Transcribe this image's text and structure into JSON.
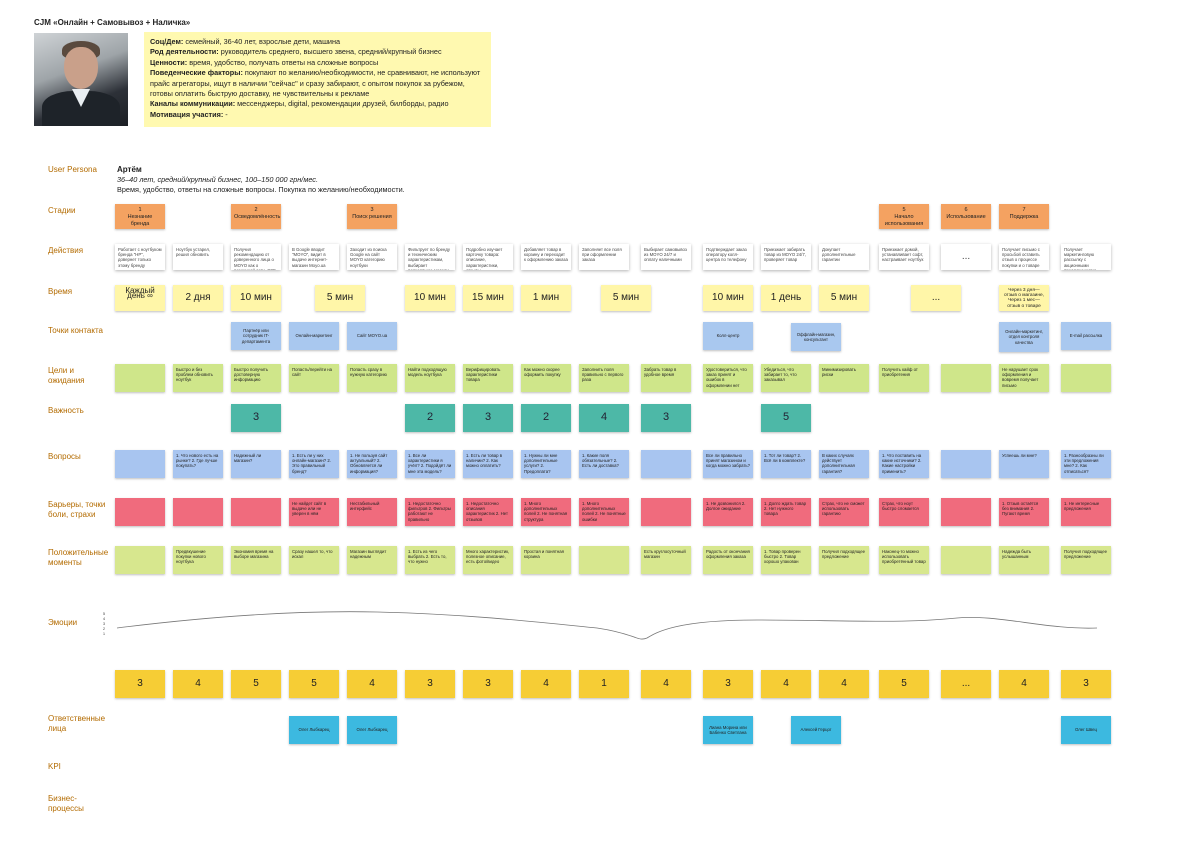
{
  "title": "CJM «Онлайн + Самовывоз + Наличка»",
  "profile": {
    "lines": [
      {
        "label": "Соц/Дем:",
        "text": " семейный, 36-40 лет, взрослые дети, машина"
      },
      {
        "label": "Род деятельности:",
        "text": " руководитель среднего, высшего звена, средний/крупный бизнес"
      },
      {
        "label": "Ценности:",
        "text": " время, удобство, получать ответы на сложные вопросы"
      },
      {
        "label": "Поведенческие факторы:",
        "text": " покупают по желанию/необходимости, не сравнивают, не используют прайс агрегаторы, ищут в наличии \"сейчас\" и сразу забирают, с опытом покупок за рубежом, готовы оплатить быструю доставку, не чувствительны к рекламе"
      },
      {
        "label": "Каналы коммуникации:",
        "text": " мессенджеры, digital, рекомендации друзей, билборды, радио"
      },
      {
        "label": "Мотивация участия:",
        "text": " -"
      }
    ]
  },
  "labels": {
    "persona": "User Persona",
    "stages": "Стадии",
    "actions": "Действия",
    "time": "Время",
    "contacts": "Точки контакта",
    "goals": "Цели и ожидания",
    "importance": "Важность",
    "questions": "Вопросы",
    "barriers": "Барьеры, точки боли, страхи",
    "positive": "Положительные моменты",
    "emotions": "Эмоции",
    "owners": "Ответственные лица",
    "kpi": "KPI",
    "business": "Бизнес-процессы"
  },
  "persona": {
    "name": "Артём",
    "details": "36–40 лет, средний/крупный бизнес, 100–150 000 грн/мес.",
    "summary": "Время, удобство, ответы на сложные вопросы. Покупка по желанию/необходимости."
  },
  "stages": [
    "1\nНезнание бренда",
    "2\nОсведомлённость",
    "3\nПоиск решения",
    "5\nНачало использования",
    "6\nИспользование",
    "7\nПоддержка"
  ],
  "actions": [
    "Работает с ноутбуком бренда \"HP\", довернет только этому бренду",
    "Ноутбук устарел, решил обновить",
    "Получил рекомендацию от доверенного лица о MOYO как о розничной сети. ЭЗС",
    "В Google вводит \"MOYO\", видит в выдаче интернет-магазин Moyo.ua",
    "Заходит из поиска Google на сайт MOYO категорию ноутбуки",
    "Фильтрует по бренду и техническим характеристикам, выбирает подходящие модели",
    "Подробно изучает карточку товара: описание, характеристики, отзывы",
    "Добавляет товар в корзину и переходит к оформлению заказа",
    "Заполняет все поля при оформлении заказа",
    "Выбирает самовывоз из MOYO 24/7 и оплату наличными",
    "Подтверждает заказ оператору колл-центра по телефону",
    "Приезжает забирать товар из MOYO 24/7, проверяет товар",
    "Докупает дополнительные гарантии",
    "Приезжает домой, устанавливает софт, настраивает ноутбук",
    "...",
    "Получает письмо с просьбой оставить отзыв о процессе покупки и о товаре",
    "Получает маркетинговую рассылку с акционными предложениями"
  ],
  "times": [
    "Каждый день ∞",
    "2 дня",
    "10 мин",
    "5 мин",
    "10 мин",
    "15 мин",
    "1 мин",
    "5 мин",
    "10 мин",
    "1 день",
    "5 мин",
    "...",
    "Через 3 дня—отзыв о магазине, Через 1 мес—отзыв о товаре"
  ],
  "contacts": [
    "Партнёр или сотрудник IT-департамента",
    "Онлайн-маркетинг",
    "Сайт MOYO.ua",
    "Колл-центр",
    "Оффлайн-магазин, консультант",
    "Онлайн-маркетинг, отдел контроля качества",
    "E-mail рассылка"
  ],
  "goals": [
    "",
    "Быстро и без проблем обновить ноутбук",
    "Быстро получить достоверную информацию",
    "Попасть/перейти на сайт",
    "Попасть сразу в нужную категорию",
    "Найти подходящую модель ноутбука",
    "Верифицировать характеристики товара",
    "Как можно скорее оформить покупку",
    "Заполнить поля правильно с первого раза",
    "Забрать товар в удобное время",
    "Удостовериться, что заказ принят и ошибок в оформлении нет",
    "Убедиться, что забирает то, что заказывал",
    "Минимизировать риски",
    "Получить кайф от приобретения",
    "",
    "Не нарушает срок оформления и вовремя получает письмо",
    ""
  ],
  "importance": [
    "3",
    "2",
    "3",
    "2",
    "4",
    "3",
    "5"
  ],
  "questions": [
    "",
    "1. Что нового есть на рынке? 2. Где лучше покупать?",
    "Надежный ли магазин?",
    "1. Есть ли у них онлайн-магазин? 2. Это правильный бренд?",
    "1. Не пользуя сайт актуальный? 2. Обновляется ли информация?",
    "1. Все ли характеристики я учёл? 2. Подойдёт ли мне эта модель?",
    "1. Есть ли товар в наличии? 2. Как можно оплатить?",
    "1. Нужны ли мне дополнительные услуги? 2. Предоплата?",
    "1. Какие поля обязательные? 2. Есть ли доставка?",
    "",
    "Все ли правильно принят магазином и когда можно забрать?",
    "1. Тот ли товар? 2. Всё ли в комплекте?",
    "В каких случаях действует дополнительная гарантия?",
    "1. Что поставить на какие источники? 2. Какие настройки применить?",
    "",
    "Успеешь ли мне?",
    "1. Разнообразны ли эти предложения мне? 2. Как отписаться?"
  ],
  "barriers": [
    "",
    "",
    "",
    "Не найдет сайт в выдаче или не уверен в нём",
    "Нестабильный интерфейс",
    "1. Недостаточно фильтров 2. Фильтры работают не правильно",
    "1. Недостаточно описания характеристик 2. Нет отзывов",
    "1. Много дополнительных полей 2. Не понятная структура",
    "1. Много дополнительных полей 2. Не понятные ошибки",
    "",
    "1. Не дозвонился 2. Долгое ожидание",
    "1. Долго ждать товар 2. Нет нужного товара",
    "Страх, что не сможет использовать гарантию",
    "Страх, что ноут быстро сломается",
    "",
    "1. Отзыв остаётся без внимания 2. Пугают время",
    "1. Не интересные предложения"
  ],
  "positives": [
    "",
    "Предвкушение покупки нового ноутбука",
    "Экономия время на выборе магазина",
    "Сразу нашел то, что искал",
    "Магазин выглядит надежным",
    "1. Есть из чего выбрать 2. Есть то, что нужно",
    "Много характеристик, полезное описание, есть фото/видео",
    "Простая и понятная корзина",
    "",
    "Есть круглосуточный магазин",
    "Радость от окончания оформления заказа",
    "1. Товар проверен быстро 2. Товар хорошо упакован",
    "Получил подходящее предложение",
    "Наконец-то можно использовать приобретённый товар",
    "",
    "Надежда быть услышанным",
    "Получил подходящее предложение"
  ],
  "emotion_axis": [
    "5",
    "4",
    "3",
    "2",
    "1"
  ],
  "emotion_scores": [
    "3",
    "4",
    "5",
    "5",
    "4",
    "3",
    "3",
    "4",
    "1",
    "4",
    "3",
    "4",
    "4",
    "5",
    "...",
    "4",
    "3"
  ],
  "owners": [
    "Олег Лыбкарец",
    "Олег Лыбкарец",
    "Лиана Морина или Бабенко Светлана",
    "Алексей Герцог",
    "Олег Швец"
  ]
}
